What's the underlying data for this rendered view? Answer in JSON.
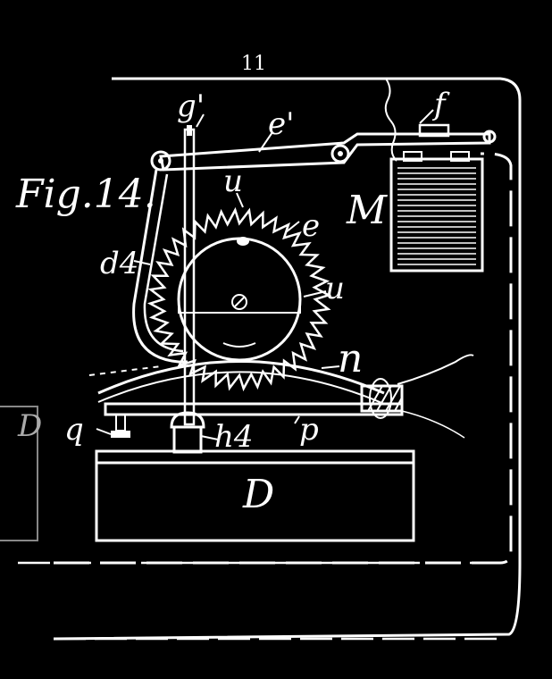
{
  "figure": {
    "sheet_number": "11",
    "title": "Fig.14.",
    "colors": {
      "background": "#000000",
      "ink": "#ffffff"
    },
    "labels": {
      "g_prime": "g'",
      "e_prime": "e'",
      "f": "f",
      "u_top": "u",
      "e": "e",
      "M": "M",
      "d4": "d4",
      "u_right": "u",
      "n": "n",
      "q": "q",
      "h4": "h4",
      "p": "p",
      "D": "D",
      "D_left": "D"
    }
  }
}
